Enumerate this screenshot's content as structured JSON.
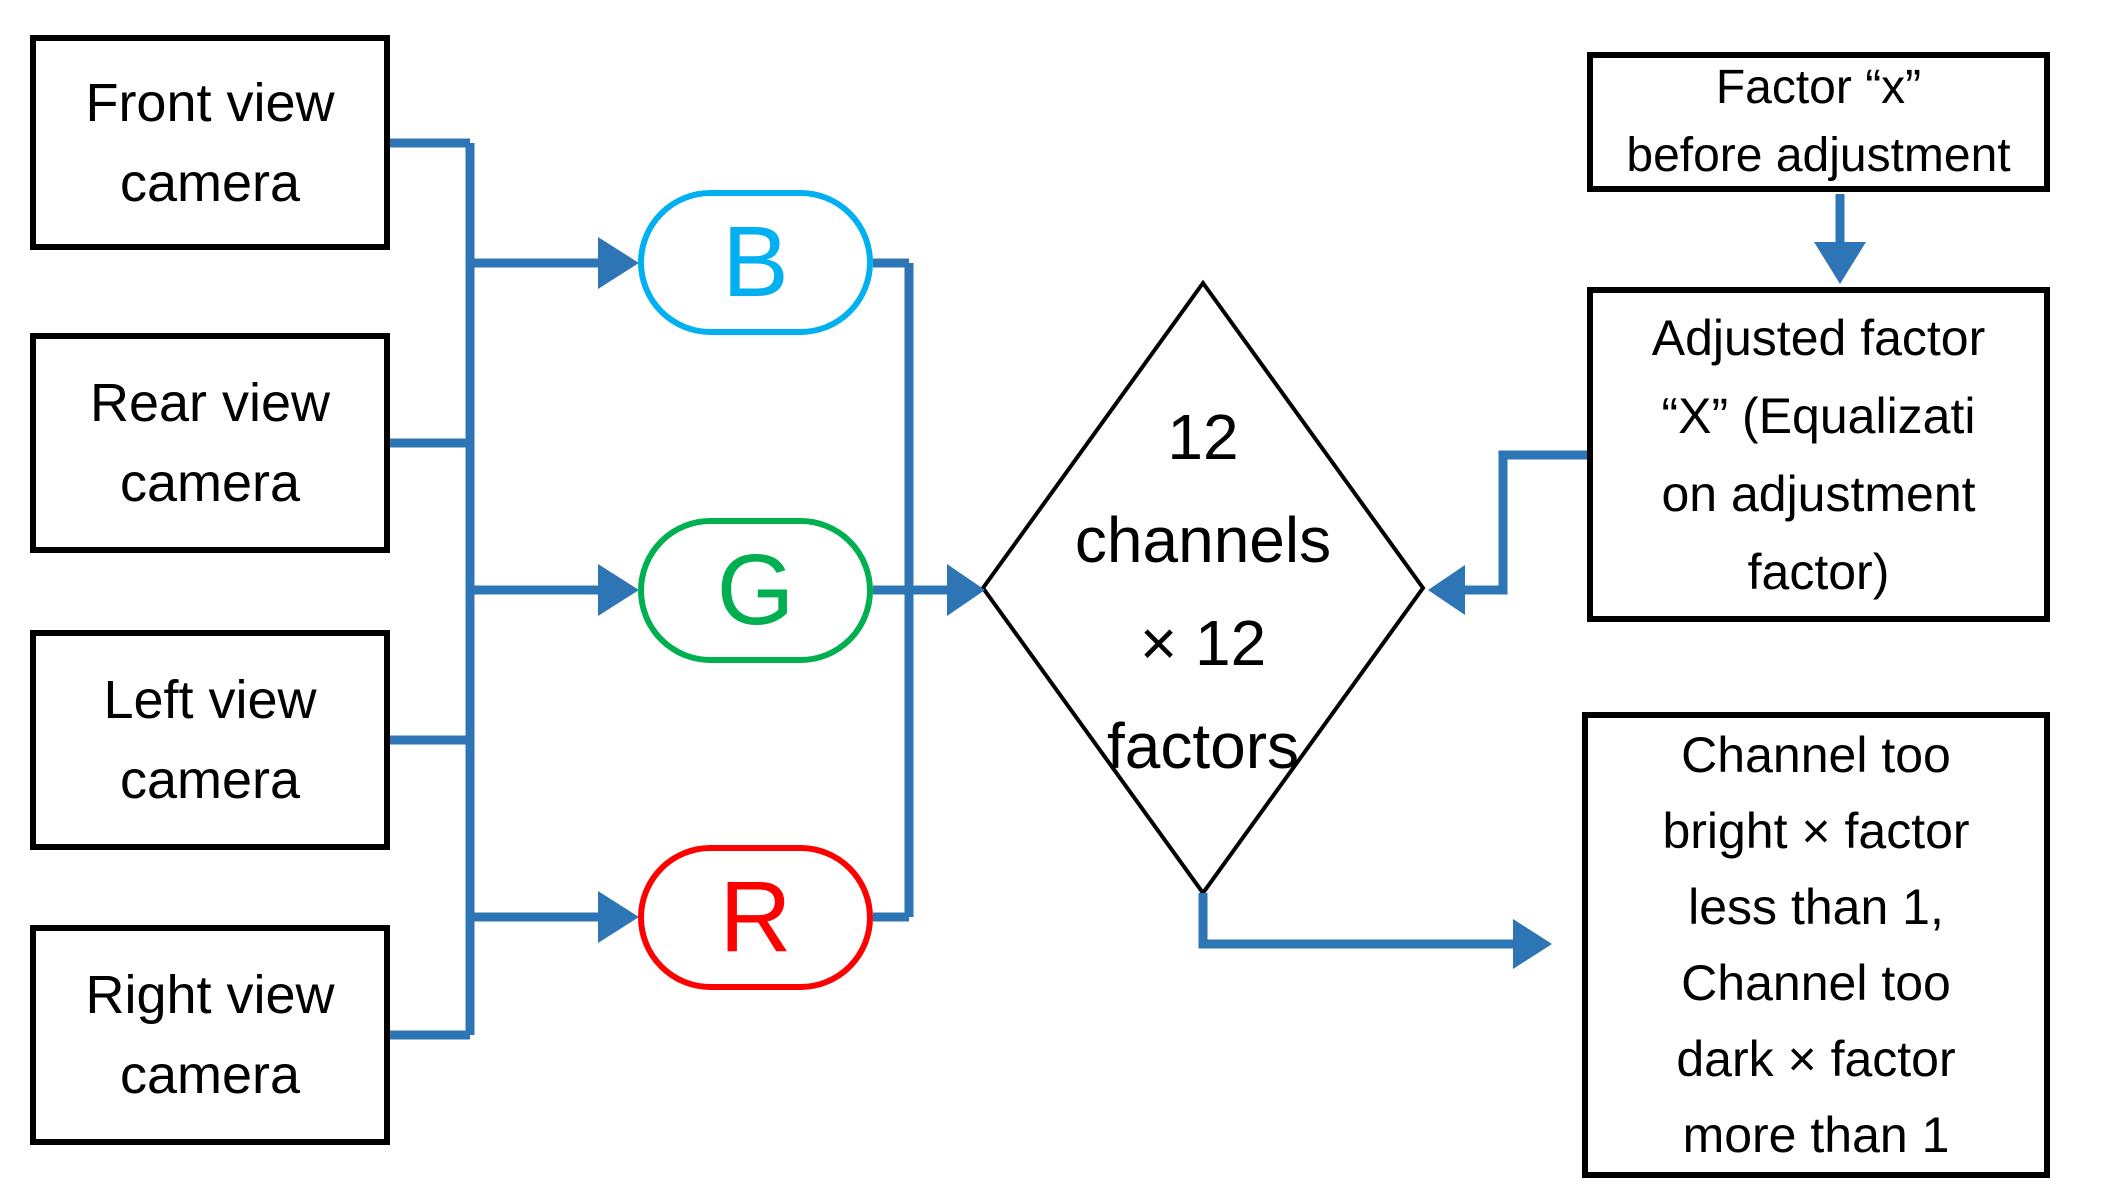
{
  "colors": {
    "connector": "#2E75B6",
    "box_border": "#000000",
    "background": "#FFFFFF"
  },
  "cameras": [
    {
      "lines": [
        "Front view",
        "camera"
      ]
    },
    {
      "lines": [
        "Rear view",
        "camera"
      ]
    },
    {
      "lines": [
        "Left view",
        "camera"
      ]
    },
    {
      "lines": [
        "Right view",
        "camera"
      ]
    }
  ],
  "channels": [
    {
      "letter": "B",
      "color": "#00B0F0"
    },
    {
      "letter": "G",
      "color": "#00B050"
    },
    {
      "letter": "R",
      "color": "#FF0000"
    }
  ],
  "diamond": {
    "lines": [
      "12",
      "channels",
      "× 12",
      "factors"
    ]
  },
  "factor_box": {
    "lines": [
      "Factor “x”",
      "before adjustment"
    ]
  },
  "adjusted_box": {
    "lines": [
      "Adjusted factor",
      "“X” (Equalizati",
      "on adjustment",
      "factor)"
    ]
  },
  "result_box": {
    "lines": [
      "Channel too",
      "bright × factor",
      "less than 1,",
      "Channel too",
      "dark × factor",
      "more than 1"
    ]
  }
}
